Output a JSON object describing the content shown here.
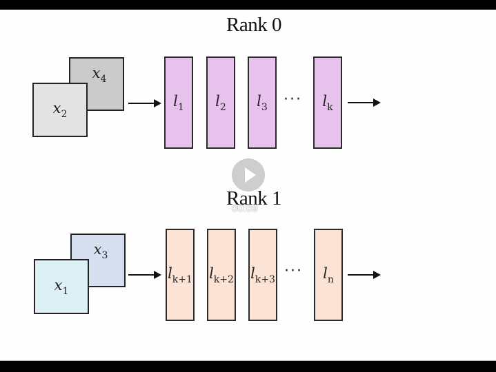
{
  "diagram": {
    "ranks": [
      {
        "title": "Rank 0",
        "inputs": [
          {
            "var": "x",
            "sub": "4",
            "color": "#cbcbcb"
          },
          {
            "var": "x",
            "sub": "2",
            "color": "#e4e4e4"
          }
        ],
        "layers": [
          {
            "var": "l",
            "sub": "1"
          },
          {
            "var": "l",
            "sub": "2"
          },
          {
            "var": "l",
            "sub": "3"
          },
          {
            "var": "l",
            "sub": "k"
          }
        ],
        "layer_color": "#e6c2ec",
        "ellipsis": "···"
      },
      {
        "title": "Rank 1",
        "inputs": [
          {
            "var": "x",
            "sub": "3",
            "color": "#d6dff0"
          },
          {
            "var": "x",
            "sub": "1",
            "color": "#dcf0f6"
          }
        ],
        "layers": [
          {
            "var": "l",
            "sub": "k+1"
          },
          {
            "var": "l",
            "sub": "k+2"
          },
          {
            "var": "l",
            "sub": "k+3"
          },
          {
            "var": "l",
            "sub": "n"
          }
        ],
        "layer_color": "#fbe3d6",
        "ellipsis": "···"
      }
    ]
  },
  "player": {
    "play_icon": "play-icon",
    "timestamp": "00:09"
  }
}
